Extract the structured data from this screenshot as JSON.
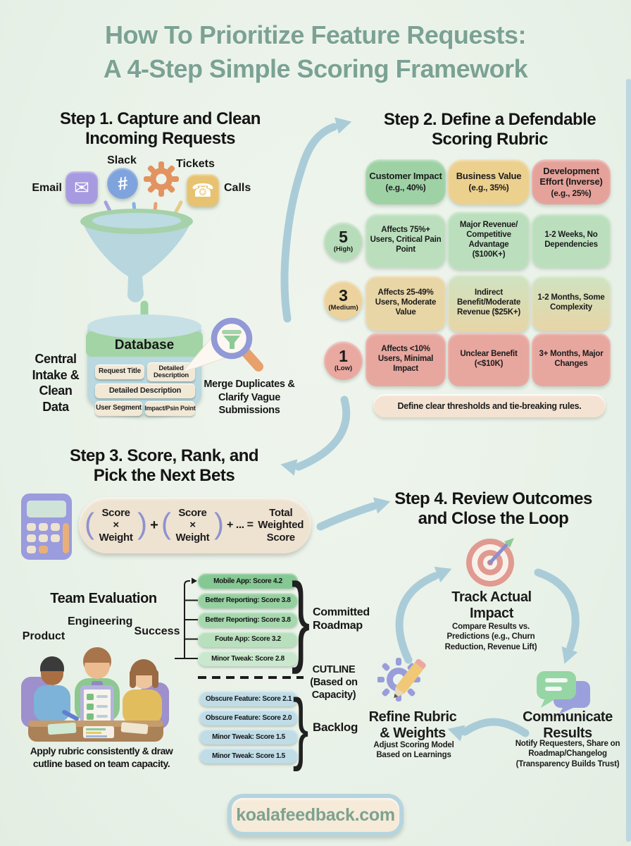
{
  "page": {
    "title_line1": "How To Prioritize Feature Requests:",
    "title_line2": "A 4-Step Simple Scoring Framework",
    "site": "koalafeedback.com"
  },
  "icons": {
    "email_glyph": "✉",
    "slack_glyph": "#",
    "calls_glyph": "☎",
    "brace": "}",
    "paren_open": "(",
    "paren_close": ")"
  },
  "step1": {
    "heading_line1": "Step 1. Capture and Clean",
    "heading_line2": "Incoming Requests",
    "channels": {
      "email": "Email",
      "slack": "Slack",
      "tickets": "Tickets",
      "calls": "Calls"
    },
    "database_label": "Database",
    "db_fields": [
      "Request Title",
      "Detailed Description",
      "Detailed Description",
      "User Segment",
      "Impact/Psin Point"
    ],
    "side_label_lines": [
      "Central",
      "Intake &",
      "Clean",
      "Data"
    ],
    "merge_note": "Merge Duplicates & Clarify Vague Submissions"
  },
  "step2": {
    "heading_line1": "Step 2. Define a Defendable",
    "heading_line2": "Scoring Rubric",
    "columns": [
      {
        "title": "Customer Impact",
        "weight": "(e.g., 40%)"
      },
      {
        "title": "Business Value",
        "weight": "(e.g., 35%)"
      },
      {
        "title": "Development Effort (Inverse)",
        "weight": "(e.g., 25%)"
      }
    ],
    "rows": [
      {
        "score": "5",
        "level": "(High)",
        "cells": [
          "Affects 75%+ Users, Critical Pain Point",
          "Major Revenue/ Competitive Advantage ($100K+)",
          "1-2 Weeks, No Dependencies"
        ]
      },
      {
        "score": "3",
        "level": "(Medium)",
        "cells": [
          "Affects 25-49% Users, Moderate Value",
          "Indirect Benefit/Moderate Revenue ($25K+)",
          "1-2 Months, Some Complexity"
        ]
      },
      {
        "score": "1",
        "level": "(Low)",
        "cells": [
          "Affects <10% Users, Minimal Impact",
          "Unclear Benefit (<$10K)",
          "3+ Months, Major Changes"
        ]
      }
    ],
    "note": "Define clear thresholds and tie-breaking rules."
  },
  "step3": {
    "heading_line1": "Step 3. Score, Rank, and",
    "heading_line2": "Pick the Next Bets",
    "formula": {
      "term1_line1": "Score",
      "term1_line2": "× Weight",
      "plus": "+",
      "term2_line1": "Score",
      "term2_line2": "× Weight",
      "ellipsis_equals": "+ ... =",
      "result": "Total Weighted Score"
    }
  },
  "team": {
    "heading": "Team Evaluation",
    "roles": {
      "left": "Product",
      "middle": "Engineering",
      "right": "Success"
    },
    "caption": "Apply rubric consistently & draw cutline based on team capacity."
  },
  "ranking": {
    "roadmap_items": [
      "Mobile App: Score 4.2",
      "Better Reporting: Score 3.8",
      "Better Reporting: Score 3.8",
      "Foute App: Score 3.2",
      "Minor Tweak: Score 2.8"
    ],
    "roadmap_label_line1": "Committed",
    "roadmap_label_line2": "Roadmap",
    "cutline_line1": "CUTLINE",
    "cutline_line2": "(Based on",
    "cutline_line3": "Capacity)",
    "backlog_items": [
      "Obscure Feature: Score 2.1",
      "Obscure Feature: Score 2.0",
      "Minor Tweak: Score 1.5",
      "Minor Tweak: Score 1.5"
    ],
    "backlog_label": "Backlog"
  },
  "step4": {
    "heading_line1": "Step 4. Review Outcomes",
    "heading_line2": "and Close the Loop",
    "track": {
      "title_line1": "Track Actual",
      "title_line2": "Impact",
      "desc": "Compare Results vs. Predictions (e.g., Churn Reduction, Revenue Lift)"
    },
    "communicate": {
      "title_line1": "Communicate",
      "title_line2": "Results",
      "desc": "Notify Requesters, Share on Roadmap/Changelog (Transparency Builds Trust)"
    },
    "refine": {
      "title_line1": "Refine Rubric",
      "title_line2": "& Weights",
      "desc": "Adjust Scoring Model Based on Learnings"
    }
  },
  "palette": {
    "background": "#eaf2e8",
    "title_green": "#7ba294",
    "arrow_blue": "#a9ccd8",
    "rubric_green": "#9ed2a5",
    "rubric_light_green": "#bbdfbd",
    "rubric_yellow": "#ecd08e",
    "rubric_tan": "#e9d6a6",
    "rubric_red": "#e5a29a",
    "beige": "#f0e4d3",
    "roadmap_green_dark": "#84c893",
    "roadmap_green_light": "#c9e8cd",
    "backlog_blue": "#bfdce7",
    "footer_text": "#7da28f"
  }
}
